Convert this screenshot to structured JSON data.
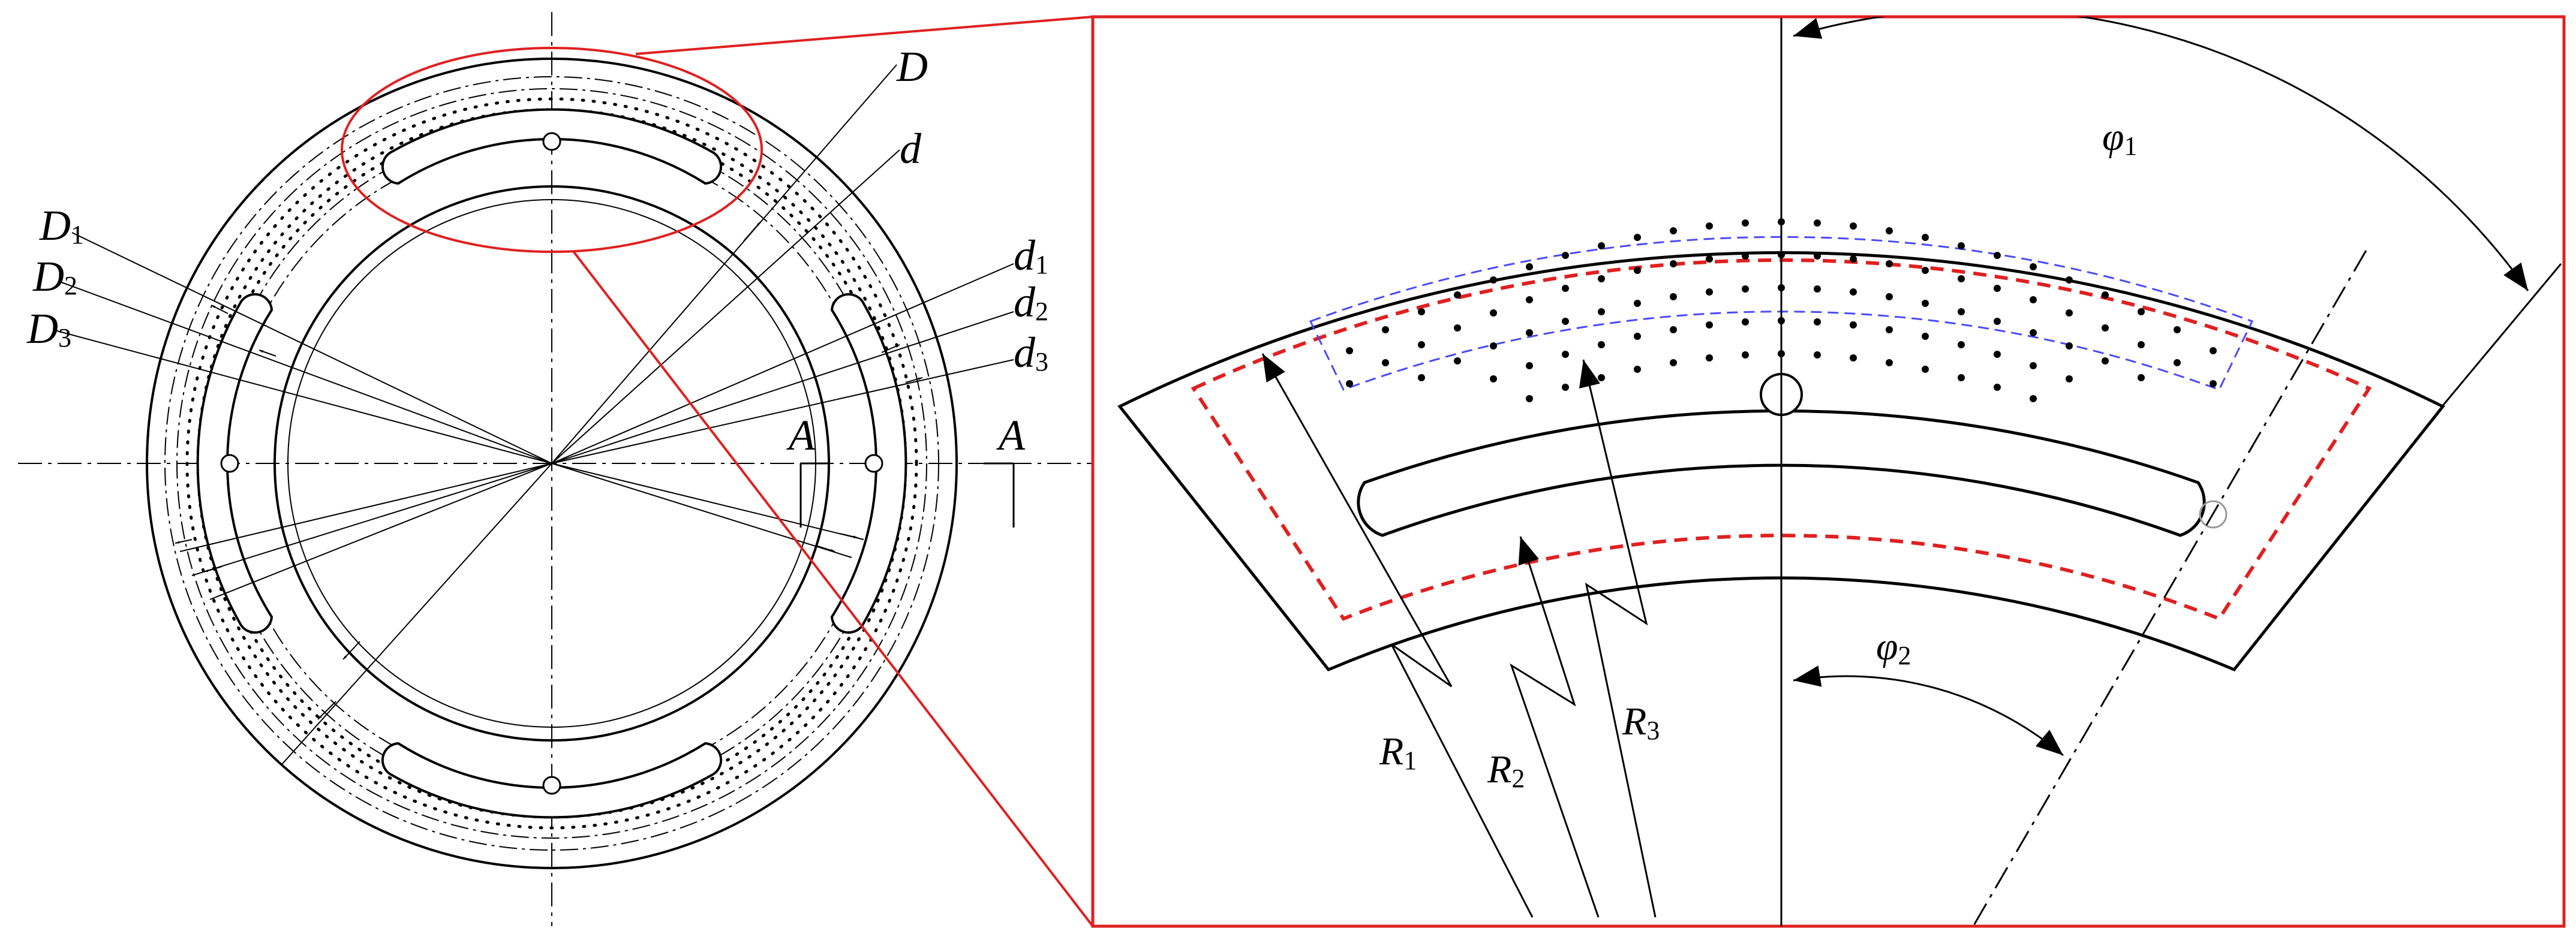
{
  "labels": {
    "D": "D",
    "d": "d",
    "D1_main": "D",
    "D1_sub": "1",
    "D2_main": "D",
    "D2_sub": "2",
    "D3_main": "D",
    "D3_sub": "3",
    "d1_main": "d",
    "d1_sub": "1",
    "d2_main": "d",
    "d2_sub": "2",
    "d3_main": "d",
    "d3_sub": "3",
    "A_left": "A",
    "A_right": "A",
    "phi1_main": "φ",
    "phi1_sub": "1",
    "phi2_main": "φ",
    "phi2_sub": "2",
    "R1_main": "R",
    "R1_sub": "1",
    "R2_main": "R",
    "R2_sub": "2",
    "R3_main": "R",
    "R3_sub": "3"
  },
  "colors": {
    "outline": "#000000",
    "highlight": "#e02020",
    "inner_zone": "#4a4aff",
    "hole_marker": "#9a9a9a"
  }
}
